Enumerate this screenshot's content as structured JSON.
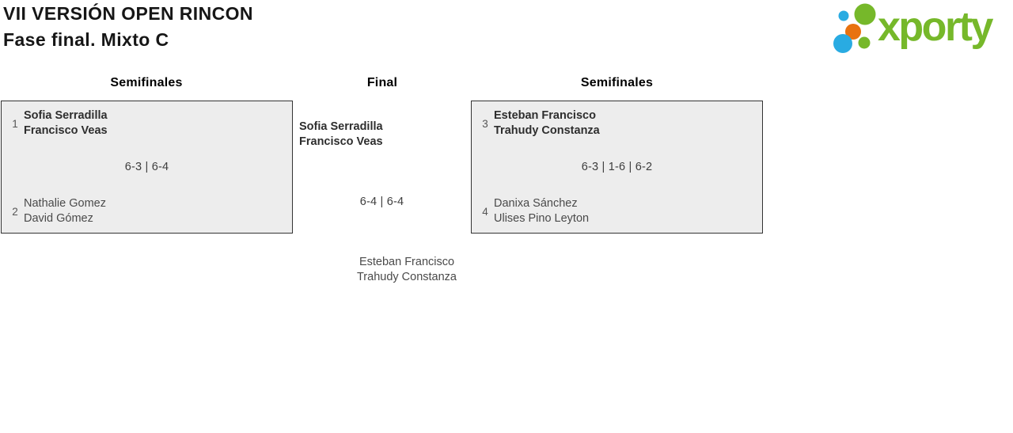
{
  "header": {
    "title": "VII VERSIÓN OPEN RINCON",
    "subtitle": "Fase final. Mixto C"
  },
  "logo": {
    "brand": "xporty",
    "colors": {
      "green": "#76b82a",
      "blue": "#29abe2",
      "orange": "#e8720f"
    }
  },
  "bracket": {
    "round_labels": {
      "semifinals_left": "Semifinales",
      "final": "Final",
      "semifinals_right": "Semifinales"
    },
    "semifinal_left": {
      "team_top": {
        "seed": "1",
        "player1": "Sofia Serradilla",
        "player2": "Francisco Veas"
      },
      "score": "6-3 | 6-4",
      "team_bottom": {
        "seed": "2",
        "player1": "Nathalie Gomez",
        "player2": "David Gómez"
      }
    },
    "semifinal_right": {
      "team_top": {
        "seed": "3",
        "player1": "Esteban Francisco",
        "player2": "Trahudy Constanza"
      },
      "score": "6-3 | 1-6 | 6-2",
      "team_bottom": {
        "seed": "4",
        "player1": "Danixa Sánchez",
        "player2": "Ulises Pino Leyton"
      }
    },
    "final": {
      "team_top": {
        "player1": "Sofia Serradilla",
        "player2": "Francisco Veas"
      },
      "score": "6-4 | 6-4",
      "team_bottom": {
        "player1": "Esteban Francisco",
        "player2": "Trahudy Constanza"
      }
    }
  }
}
